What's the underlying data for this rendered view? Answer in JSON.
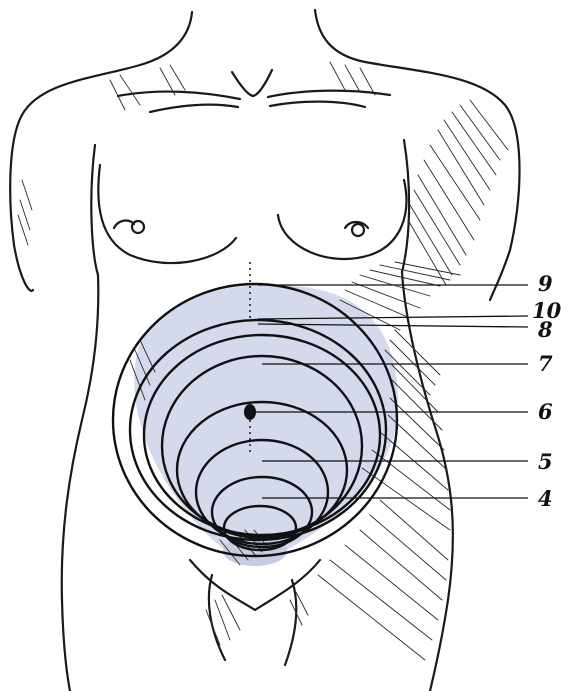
{
  "diagram": {
    "labels": [
      {
        "id": "9",
        "text": "9"
      },
      {
        "id": "10",
        "text": "10"
      },
      {
        "id": "8",
        "text": "8"
      },
      {
        "id": "7",
        "text": "7"
      },
      {
        "id": "6",
        "text": "6"
      },
      {
        "id": "5",
        "text": "5"
      },
      {
        "id": "4",
        "text": "4"
      }
    ],
    "colors": {
      "line": "#111111",
      "fill": "#d5d9ec",
      "background": "#ffffff"
    }
  }
}
